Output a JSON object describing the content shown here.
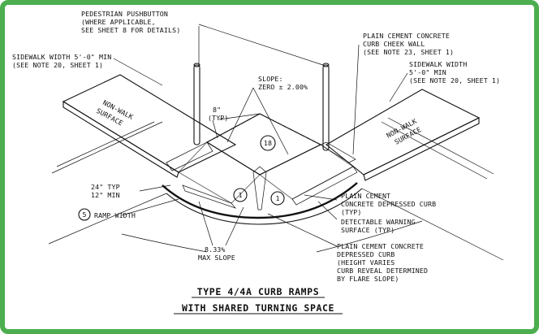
{
  "labels": {
    "pushbutton_1": "PEDESTRIAN PUSHBUTTON",
    "pushbutton_2": "(WHERE APPLICABLE,",
    "pushbutton_3": "SEE SHEET 8 FOR DETAILS)",
    "cheek_1": "PLAIN CEMENT CONCRETE",
    "cheek_2": "CURB CHEEK WALL",
    "cheek_3": "(SEE NOTE 23, SHEET 1)",
    "sw_left_1": "SIDEWALK WIDTH 5'-0\" MIN",
    "sw_left_2": "(SEE NOTE 20, SHEET 1)",
    "sw_right_1": "SIDEWALK WIDTH",
    "sw_right_2": "5'-0\" MIN",
    "sw_right_3": "(SEE NOTE 20, SHEET 1)",
    "slope_1": "SLOPE:",
    "slope_2": "ZERO ± 2.00%",
    "typ8_1": "8\"",
    "typ8_2": "(TYP)",
    "circle_18": "18",
    "nonwalk_left_1": "NON-WALK",
    "nonwalk_left_2": "SURFACE",
    "nonwalk_right_1": "NON-WALK",
    "nonwalk_right_2": "SURFACE",
    "typ24_1": "24\" TYP",
    "typ24_2": "12\" MIN",
    "circle_5": "5",
    "ramp_width": "RAMP WIDTH",
    "circle_1": "1",
    "depressed_1": "PLAIN CEMENT",
    "depressed_2": "CONCRETE DEPRESSED CURB",
    "depressed_3": "(TYP)",
    "dws_1": "DETECTABLE WARNING",
    "dws_2": "SURFACE (TYP)",
    "maxslope_1": "8.33%",
    "maxslope_2": "MAX SLOPE",
    "pccd_1": "PLAIN CEMENT CONCRETE",
    "pccd_2": "DEPRESSED CURB",
    "pccd_3": "(HEIGHT VARIES",
    "pccd_4": "CURB REVEAL DETERMINED",
    "pccd_5": "BY FLARE SLOPE)"
  },
  "title": {
    "line1": "TYPE 4/4A CURB RAMPS",
    "line2": "WITH SHARED TURNING SPACE"
  },
  "colors": {
    "frame": "#4cae4f",
    "ink": "#111111"
  }
}
